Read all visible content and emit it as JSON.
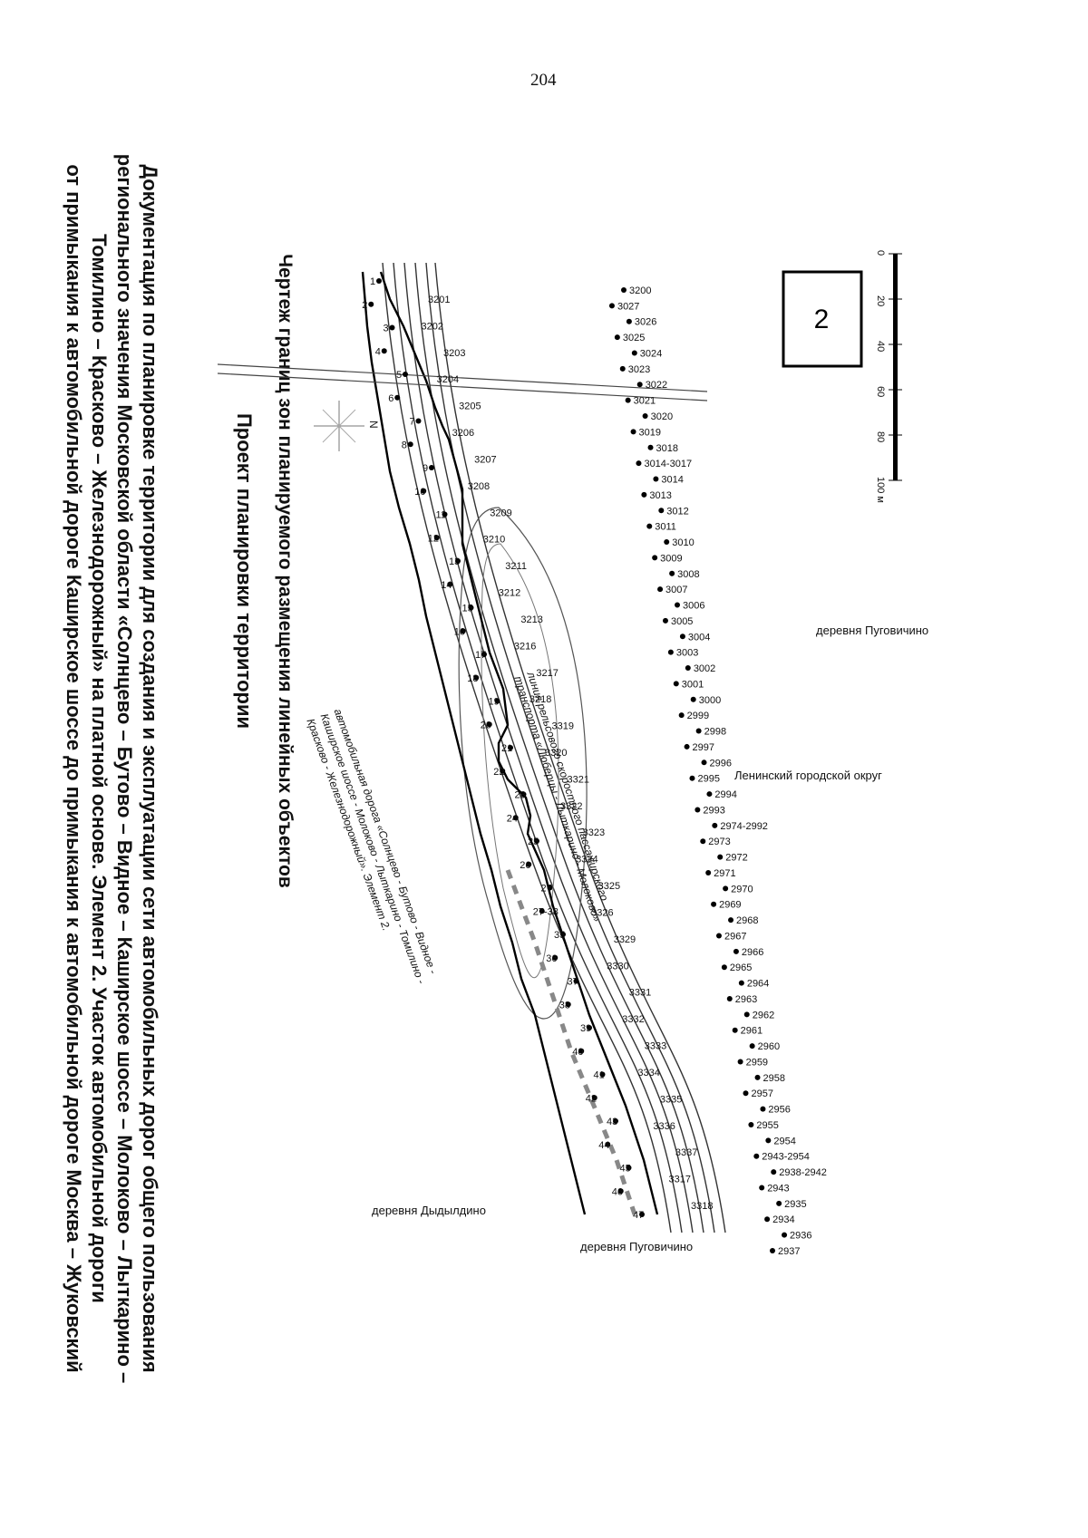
{
  "page_number": "204",
  "header": {
    "lines": [
      "Документация по планировке территории для создания и эксплуатации сети автомобильных дорог общего пользования",
      "регионального значения Московской области «Солнцево – Бутово – Видное – Каширское шоссе – Молоково – Лыткарино –",
      "Томилино – Красково – Железнодорожный» на платной основе. Элемент 2. Участок автомобильной дороги",
      "от примыкания к автомобильной дороге Каширское шоссе до примыкания к автомобильной дороге Москва – Жуковский"
    ],
    "project_title": "Проект планировки территории",
    "drawing_title": "Чертеж границ зон планируемого размещения линейных объектов"
  },
  "map": {
    "place_labels": {
      "village_dyldino": "деревня Дыдылдино",
      "village_pugovichino_1": "деревня Пуговичино",
      "village_pugovichino_2": "деревня Пуговичино",
      "leninsky_district": "Ленинский городской округ"
    },
    "road_label_lines": [
      "автомобильная дорога «Солнцево - Бутово - Видное -",
      "Каширское шоссе - Молоково - Лыткарино - Томилино -",
      "Красково - Железнодорожный». Элемент 2."
    ],
    "rail_label_lines": [
      "линия рельсового скоростного пассажирского",
      "транспорта «Люберцы - Лыткарино - Молоково»"
    ],
    "north_label": "N",
    "sheet_number": "2",
    "scale_bar": {
      "ticks": [
        "0",
        "20",
        "40",
        "60",
        "80",
        "100 м"
      ]
    },
    "points_north": [
      "1",
      "2",
      "3",
      "4",
      "5",
      "6",
      "7",
      "8",
      "9",
      "10",
      "11",
      "12",
      "13",
      "14",
      "15",
      "16",
      "17",
      "18",
      "19",
      "20",
      "21",
      "22",
      "23",
      "24",
      "25",
      "26",
      "27",
      "27-38",
      "35",
      "36",
      "37",
      "38",
      "39",
      "40",
      "41",
      "42",
      "43",
      "44",
      "45",
      "46",
      "47"
    ],
    "points_rail": [
      "3201",
      "3202",
      "3203",
      "3204",
      "3205",
      "3206",
      "3207",
      "3208",
      "3209",
      "3210",
      "3211",
      "3212",
      "3213",
      "3216",
      "3217",
      "3218",
      "3319",
      "3320",
      "3321",
      "3322",
      "3323",
      "3324",
      "3325",
      "3326",
      "3329",
      "3330",
      "3331",
      "3332",
      "3333",
      "3334",
      "3335",
      "3336",
      "3337",
      "3317",
      "3318"
    ],
    "points_south": [
      "2937",
      "2936",
      "2934",
      "2935",
      "2943",
      "2938-2942",
      "2943-2954",
      "2954",
      "2955",
      "2956",
      "2957",
      "2958",
      "2959",
      "2960",
      "2961",
      "2962",
      "2963",
      "2964",
      "2965",
      "2966",
      "2967",
      "2968",
      "2969",
      "2970",
      "2971",
      "2972",
      "2973",
      "2974-2992",
      "2993",
      "2994",
      "2995",
      "2996",
      "2997",
      "2998",
      "2999",
      "3000",
      "3001",
      "3002",
      "3003",
      "3004",
      "3005",
      "3006",
      "3007",
      "3008",
      "3009",
      "3010",
      "3011",
      "3012",
      "3013",
      "3014",
      "3014-3017",
      "3018",
      "3019",
      "3020",
      "3021",
      "3022",
      "3023",
      "3024",
      "3025",
      "3026",
      "3027",
      "3200"
    ]
  }
}
